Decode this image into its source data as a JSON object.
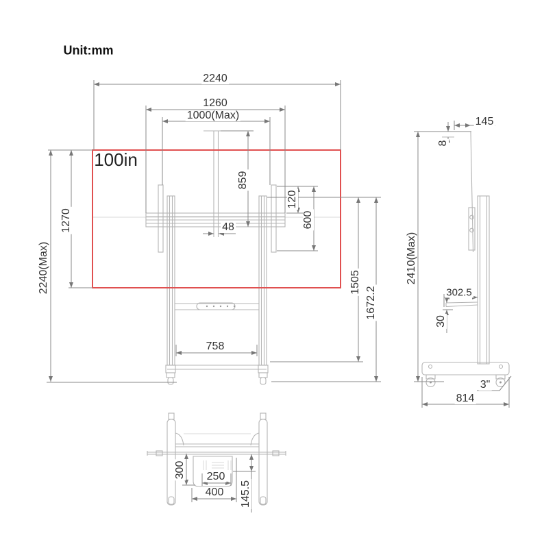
{
  "unit_label": "Unit:mm",
  "colors": {
    "screen_box": "#e05050",
    "product_line": "#b4b4b4",
    "product_line_faint": "#d8d8d8",
    "dimension_line": "#8a8a8a",
    "label_text": "#333333",
    "title_text": "#111111"
  },
  "front_view": {
    "screen_size_label": "100in",
    "dims": {
      "overall_width": "2240",
      "crossbar_width": "1260",
      "mount_width_max": "1000(Max)",
      "overall_height_max": "2240(Max)",
      "screen_height": "1270",
      "pole_to_crossbar": "859",
      "pole_offset": "48",
      "plate_top_offset": "120",
      "mount_height": "600",
      "column_top_height": "1505",
      "column_top_floor_height": "1672.2",
      "shelf_width": "758"
    }
  },
  "side_view": {
    "dims": {
      "depth_offset": "145",
      "panel_thickness": "8",
      "overall_height_max": "2410(Max)",
      "shelf_depth": "302.5",
      "shelf_thickness": "30",
      "caster_size": "3\"",
      "base_depth": "814"
    }
  },
  "bottom_view": {
    "dims": {
      "tray_depth": "300",
      "hole_width": "250",
      "tray_width": "400",
      "tray_offset": "145.5"
    }
  }
}
